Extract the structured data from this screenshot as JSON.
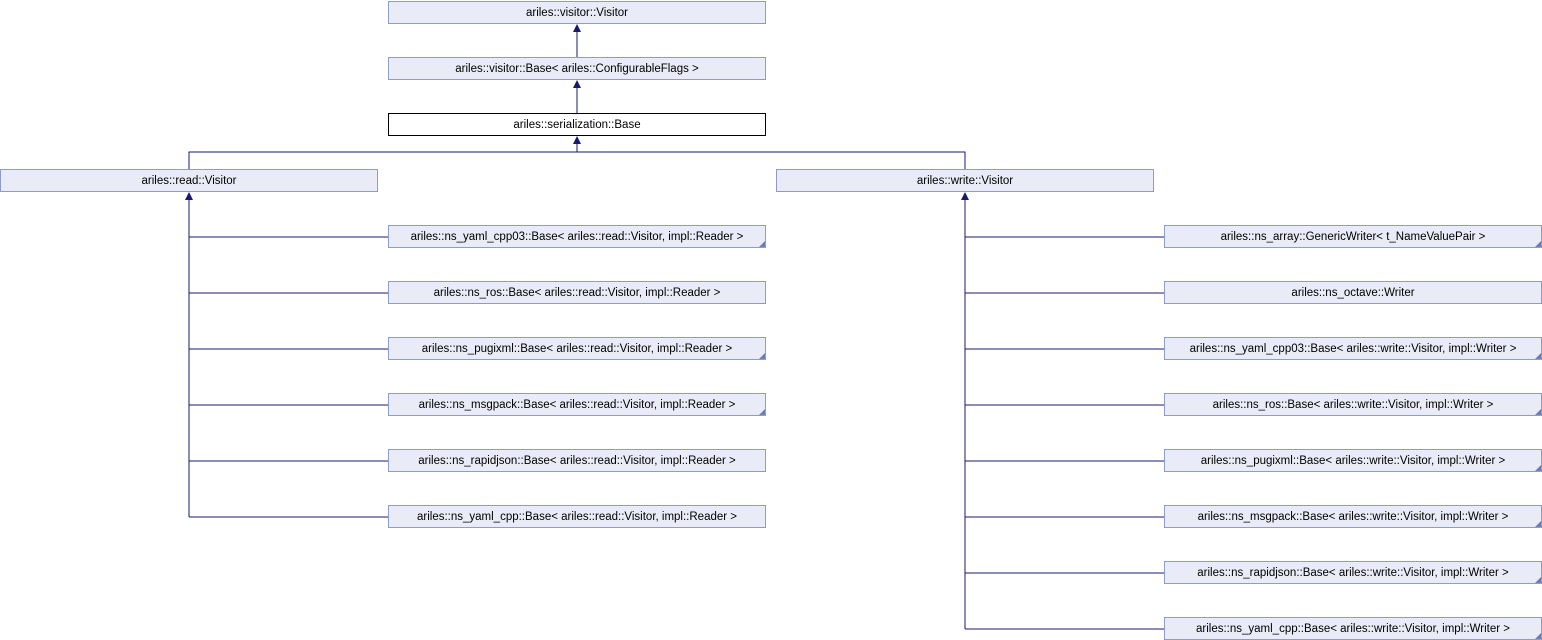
{
  "nodes": {
    "visitor_visitor": "ariles::visitor::Visitor",
    "visitor_base": "ariles::visitor::Base< ariles::ConfigurableFlags >",
    "serialization_base": "ariles::serialization::Base",
    "read_visitor": "ariles::read::Visitor",
    "write_visitor": "ariles::write::Visitor",
    "read_children": [
      "ariles::ns_yaml_cpp03::Base< ariles::read::Visitor, impl::Reader >",
      "ariles::ns_ros::Base< ariles::read::Visitor, impl::Reader >",
      "ariles::ns_pugixml::Base< ariles::read::Visitor, impl::Reader >",
      "ariles::ns_msgpack::Base< ariles::read::Visitor, impl::Reader >",
      "ariles::ns_rapidjson::Base< ariles::read::Visitor, impl::Reader >",
      "ariles::ns_yaml_cpp::Base< ariles::read::Visitor, impl::Reader >"
    ],
    "write_children": [
      "ariles::ns_array::GenericWriter< t_NameValuePair >",
      "ariles::ns_octave::Writer",
      "ariles::ns_yaml_cpp03::Base< ariles::write::Visitor, impl::Writer >",
      "ariles::ns_ros::Base< ariles::write::Visitor, impl::Writer >",
      "ariles::ns_pugixml::Base< ariles::write::Visitor, impl::Writer >",
      "ariles::ns_msgpack::Base< ariles::write::Visitor, impl::Writer >",
      "ariles::ns_rapidjson::Base< ariles::write::Visitor, impl::Writer >",
      "ariles::ns_yaml_cpp::Base< ariles::write::Visitor, impl::Writer >"
    ]
  },
  "colors": {
    "edge": "#191970",
    "node_fill": "#e9ecf6",
    "node_border": "#8f9dc4",
    "current_border": "#000000"
  }
}
